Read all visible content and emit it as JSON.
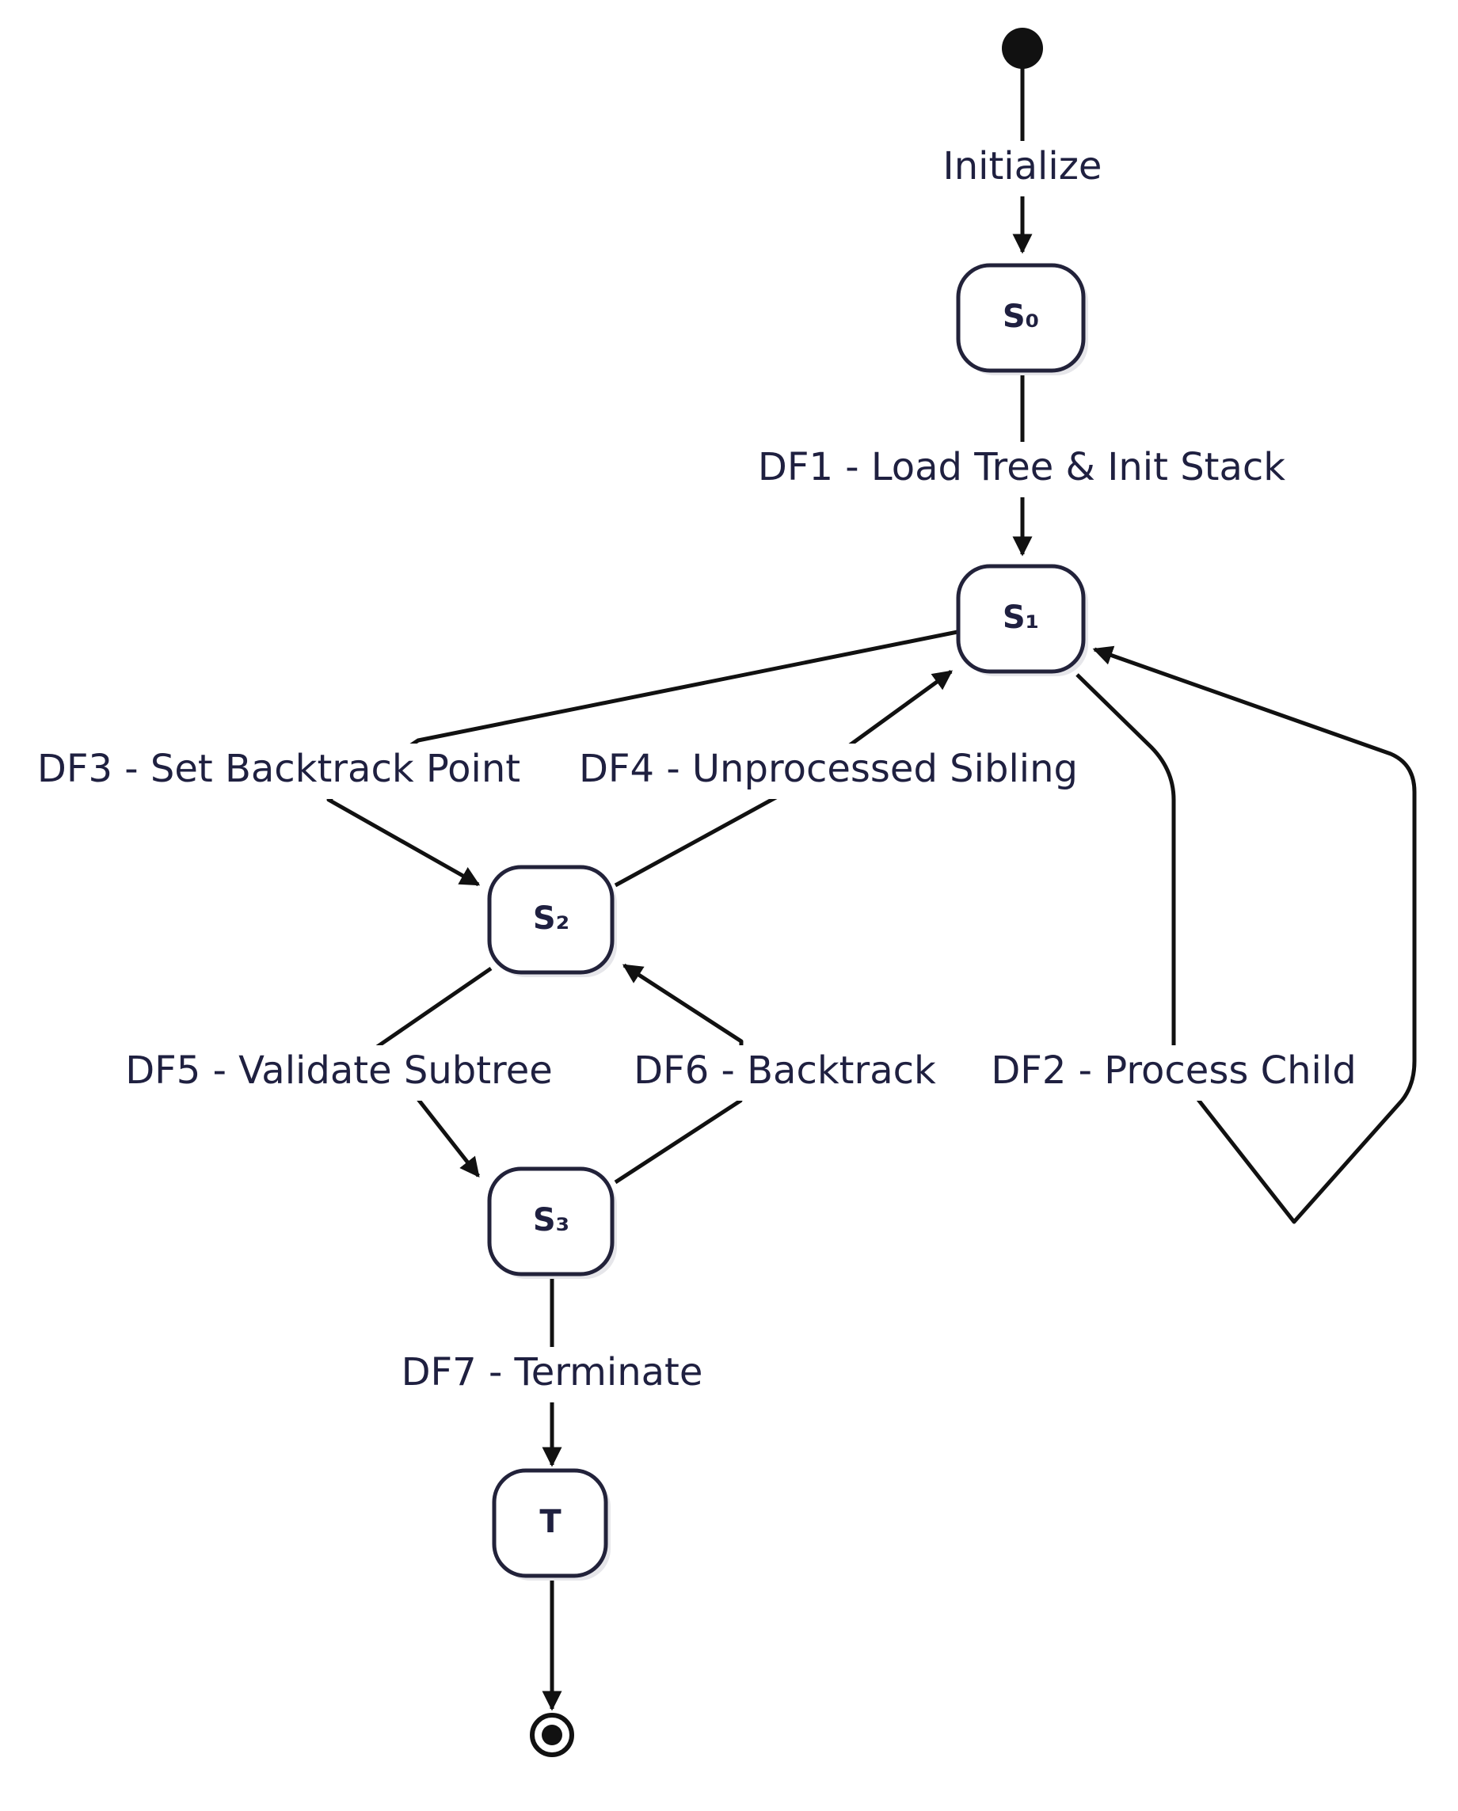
{
  "diagram": {
    "type": "state-machine",
    "states": [
      {
        "id": "s0",
        "label": "S₀"
      },
      {
        "id": "s1",
        "label": "S₁"
      },
      {
        "id": "s2",
        "label": "S₂"
      },
      {
        "id": "s3",
        "label": "S₃"
      },
      {
        "id": "t",
        "label": "T"
      }
    ],
    "transitions": [
      {
        "id": "initialize",
        "from": "start",
        "to": "s0",
        "label": "Initialize"
      },
      {
        "id": "df1",
        "from": "s0",
        "to": "s1",
        "label": "DF1 - Load Tree & Init Stack"
      },
      {
        "id": "df2",
        "from": "s1",
        "to": "s1",
        "label": "DF2 - Process Child"
      },
      {
        "id": "df3",
        "from": "s1",
        "to": "s2",
        "label": "DF3 - Set Backtrack Point"
      },
      {
        "id": "df4",
        "from": "s2",
        "to": "s1",
        "label": "DF4 - Unprocessed Sibling"
      },
      {
        "id": "df5",
        "from": "s2",
        "to": "s3",
        "label": "DF5 - Validate Subtree"
      },
      {
        "id": "df6",
        "from": "s3",
        "to": "s2",
        "label": "DF6 - Backtrack"
      },
      {
        "id": "df7",
        "from": "s3",
        "to": "t",
        "label": "DF7 - Terminate"
      },
      {
        "id": "end",
        "from": "t",
        "to": "final",
        "label": ""
      }
    ]
  },
  "colors": {
    "node_stroke": "#22223a",
    "text": "#1f2040",
    "edge": "#111111"
  }
}
